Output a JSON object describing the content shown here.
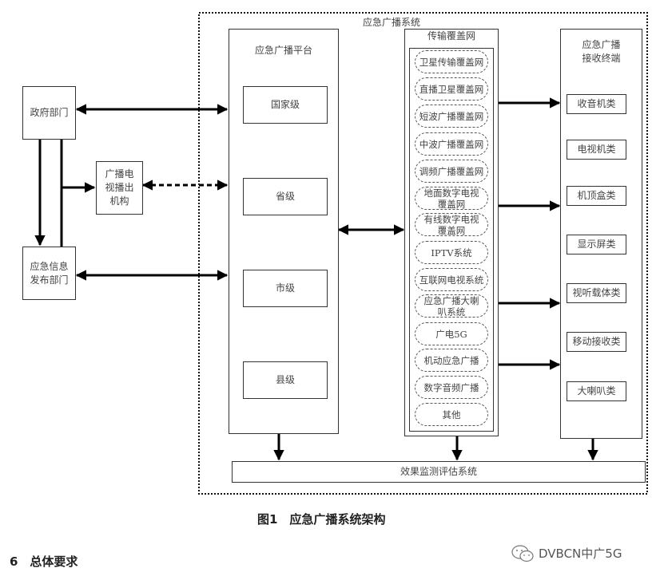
{
  "diagram": {
    "system_title": "应急广播系统",
    "left": {
      "gov": "政府部门",
      "broadcaster": [
        "广播电",
        "视播出",
        "机构"
      ],
      "publisher": [
        "应急信息",
        "发布部门"
      ]
    },
    "platform": {
      "title": "应急广播平台",
      "levels": [
        "国家级",
        "省级",
        "市级",
        "县级"
      ]
    },
    "network": {
      "title": "传输覆盖网",
      "items": [
        [
          "卫星传输覆盖网"
        ],
        [
          "直播卫星覆盖网"
        ],
        [
          "短波广播覆盖网"
        ],
        [
          "中波广播覆盖网"
        ],
        [
          "调频广播覆盖网"
        ],
        [
          "地面数字电视",
          "覆盖网"
        ],
        [
          "有线数字电视",
          "覆盖网"
        ],
        [
          "IPTV系统"
        ],
        [
          "互联网电视系统"
        ],
        [
          "应急广播大喇",
          "叭系统"
        ],
        [
          "广电5G"
        ],
        [
          "机动应急广播"
        ],
        [
          "数字音频广播"
        ],
        [
          "其他"
        ]
      ]
    },
    "terminals": {
      "title": [
        "应急广播",
        "接收终端"
      ],
      "items": [
        "收音机类",
        "电视机类",
        "机顶盒类",
        "显示屏类",
        "视听载体类",
        "移动接收类",
        "大喇叭类"
      ]
    },
    "monitor": "效果监测评估系统"
  },
  "caption": "图1　应急广播系统架构",
  "section_heading": "6　总体要求",
  "watermark": {
    "icon": "wechat-icon",
    "text": "DVBCN中广5G"
  }
}
